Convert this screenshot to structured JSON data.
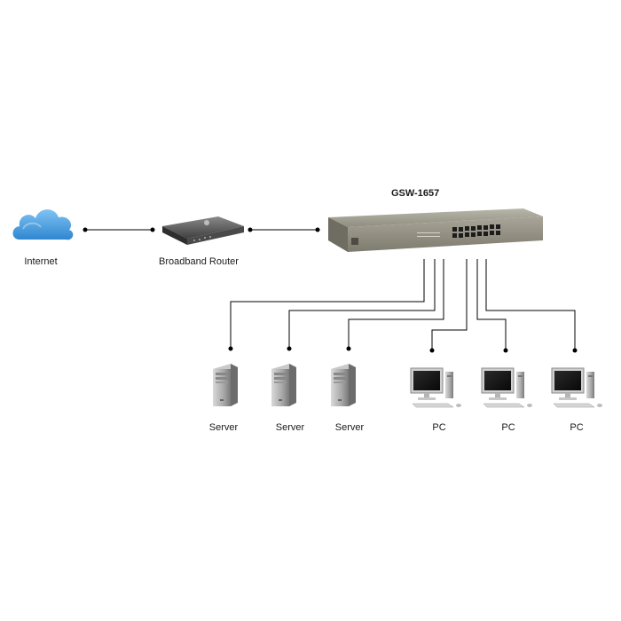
{
  "switch": {
    "model": "GSW-1657"
  },
  "nodes": {
    "internet": "Internet",
    "router": "Broadband Router",
    "servers": [
      "Server",
      "Server",
      "Server"
    ],
    "pcs": [
      "PC",
      "PC",
      "PC"
    ]
  }
}
